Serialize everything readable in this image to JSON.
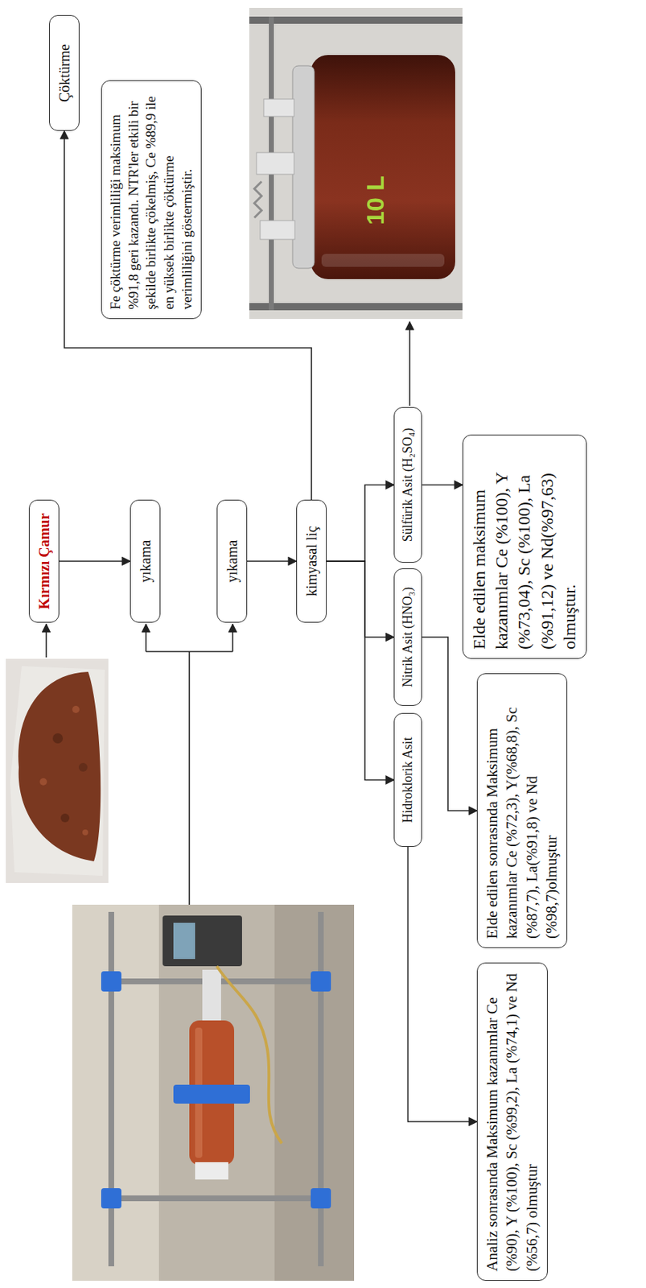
{
  "diagram": {
    "nodes": [
      {
        "text": [
          "Kırmızı Çamur"
        ]
      },
      {
        "text": [
          "yıkama"
        ]
      },
      {
        "text": [
          "yıkama"
        ]
      },
      {
        "text": [
          "kimyasal liç"
        ]
      },
      {
        "text": [
          "Hidroklorik Asit"
        ]
      },
      {
        "text": [
          "Nitrik Asit (HNO₃)"
        ]
      },
      {
        "text": [
          "Sülfürik Asit (H₂SO₄)"
        ]
      },
      {
        "text": [
          "Analiz sonrasında Maksimum kazanımlar Ce (%90), Y (%100), Sc (%99,2), La (%74,1) ve Nd (%56,7) olmuştur"
        ]
      },
      {
        "text": [
          "Elde edilen sonrasında Maksimum kazanımlar Ce (%72,3), Y(%68,8), Sc (%87,7), La(%91,8) ve Nd (%98,7)olmuştur"
        ]
      },
      {
        "text": [
          "Elde edilen maksimum kazanımlar Ce (%100), Y (%73,04), Sc (%100), La (%91,12) ve Nd(%97,63) olmuştur."
        ]
      },
      {
        "text": [
          "Çöktürme"
        ]
      },
      {
        "text": [
          "Fe çöktürme verimliliği maksimum %91,8 geri kazandı. NTR'ler etkili bir şekilde birlikte çökelmiş, Ce %89,9 ile en yüksek birlikte çöktürme verimliliğini göstermiştir."
        ]
      }
    ],
    "edges": [
      {
        "from": 0,
        "to": 1,
        "arrow": "to"
      },
      {
        "from": 2,
        "to": 3,
        "arrow": "to"
      },
      {
        "from": 3,
        "to": 4,
        "arrow": "to"
      },
      {
        "from": 3,
        "to": 5,
        "arrow": "to"
      },
      {
        "from": 3,
        "to": 6,
        "arrow": "to"
      },
      {
        "from": 3,
        "to": 10,
        "arrow": "to"
      },
      {
        "from": 4,
        "to": 7,
        "arrow": "to"
      },
      {
        "from": 5,
        "to": 8,
        "arrow": "to"
      },
      {
        "from": 6,
        "to": 9,
        "arrow": "to"
      }
    ],
    "labels": [
      "10 L"
    ]
  }
}
